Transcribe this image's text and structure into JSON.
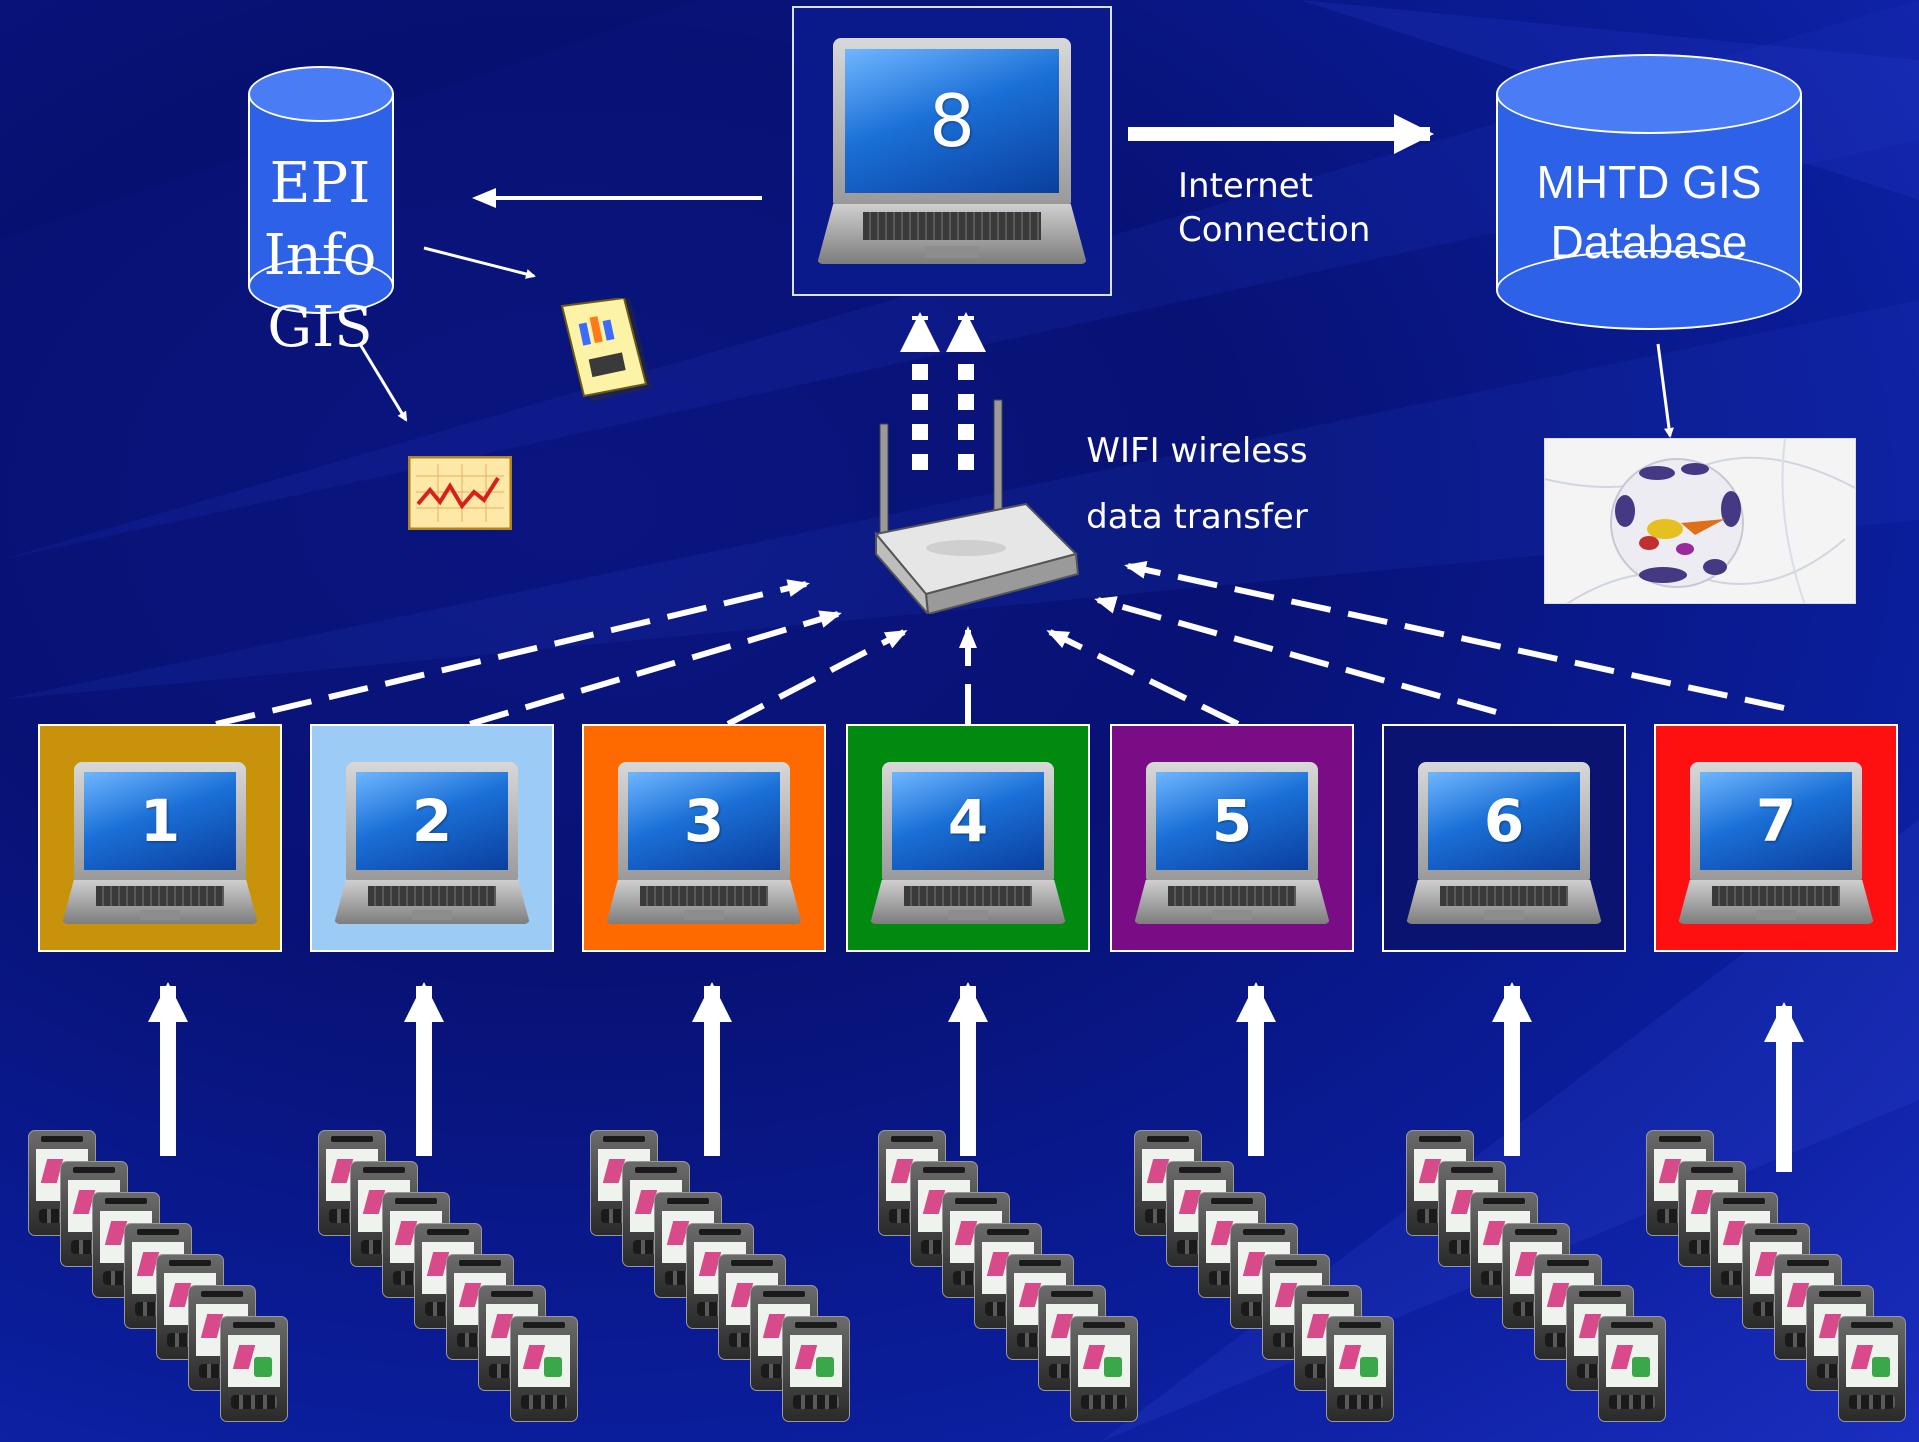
{
  "server": {
    "number": "8",
    "number_color": "#ffffff"
  },
  "epi_database": {
    "label_line1": "EPI Info",
    "label_line2": "GIS"
  },
  "mhtd_database": {
    "label_line1": "MHTD GIS",
    "label_line2": "Database"
  },
  "connection_label": {
    "line1": "Internet",
    "line2": "Connection"
  },
  "wifi_label": {
    "line1": "WIFI wireless",
    "line2": "data transfer"
  },
  "field_laptops": [
    {
      "number": "1",
      "color": "#c8920a"
    },
    {
      "number": "2",
      "color": "#9ccbf6"
    },
    {
      "number": "3",
      "color": "#ff6a00"
    },
    {
      "number": "4",
      "color": "#008a10"
    },
    {
      "number": "5",
      "color": "#7a0d86"
    },
    {
      "number": "6",
      "color": "#0a1470"
    },
    {
      "number": "7",
      "color": "#ff1010"
    }
  ],
  "icons": {
    "server_laptop": "laptop-icon",
    "router": "wifi-router-icon",
    "report": "report-document-icon",
    "line_chart": "line-chart-icon",
    "map": "gis-map-thumbnail",
    "handheld": "pda-icon"
  },
  "colors": {
    "background": "#0a1580",
    "database": "#2d62e8",
    "arrow": "#ffffff"
  }
}
